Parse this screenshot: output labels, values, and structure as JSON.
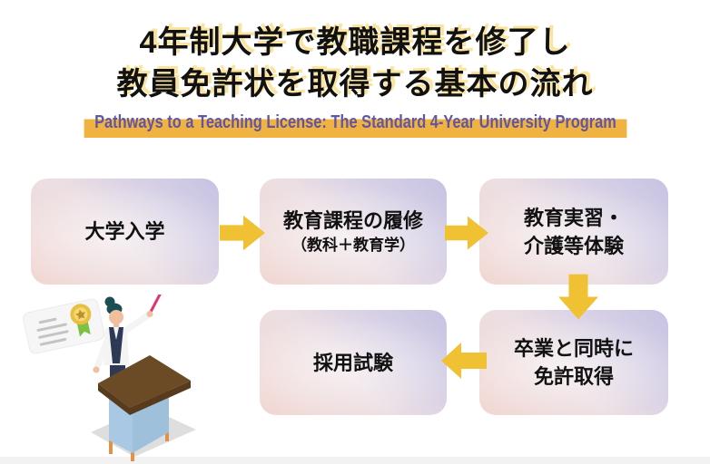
{
  "title": {
    "line1": "4年制大学で教職課程を修了し",
    "line2": "教員免許状を取得する基本の流れ",
    "subtitle": "Pathways to a Teaching License: The Standard 4-Year University Program"
  },
  "flow": {
    "steps": [
      {
        "id": "university-admission",
        "line1": "大学入学",
        "line2": ""
      },
      {
        "id": "teacher-training-coursework",
        "line1": "教育課程の履修",
        "line2": "（教科＋教育学）"
      },
      {
        "id": "teaching-practice",
        "line1": "教育実習・",
        "line2": "介護等体験"
      },
      {
        "id": "license-on-graduation",
        "line1": "卒業と同時に",
        "line2": "免許取得"
      },
      {
        "id": "employment-exam",
        "line1": "採用試験",
        "line2": ""
      }
    ],
    "arrows": [
      {
        "from": "university-admission",
        "to": "teacher-training-coursework",
        "direction": "right"
      },
      {
        "from": "teacher-training-coursework",
        "to": "teaching-practice",
        "direction": "right"
      },
      {
        "from": "teaching-practice",
        "to": "license-on-graduation",
        "direction": "down"
      },
      {
        "from": "license-on-graduation",
        "to": "employment-exam",
        "direction": "left"
      }
    ]
  },
  "illustration": {
    "name": "teacher-at-podium-with-certificate"
  },
  "colors": {
    "accent_yellow": "#efc133",
    "title_shadow": "#fbe49e",
    "subtitle_text": "#6156a3",
    "subtitle_highlight": "#f0b341",
    "box_lavender": "#c6c2e2",
    "box_mid": "#ecdfe3",
    "box_pink": "#f2d7d2",
    "text_black": "#111111",
    "strip_gray": "#f2f2f2"
  }
}
